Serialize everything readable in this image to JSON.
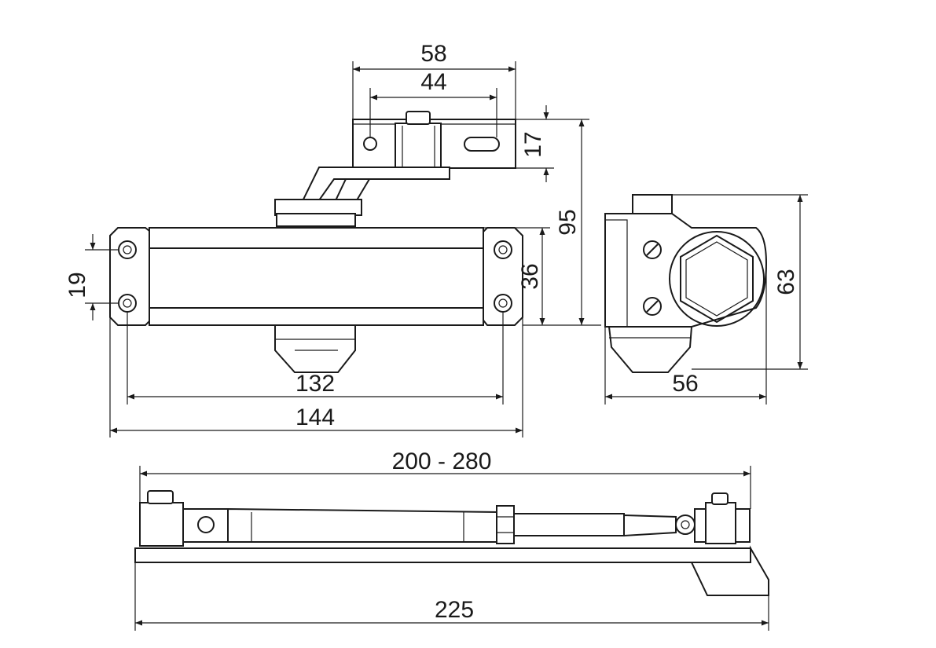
{
  "dimensions": {
    "top_bracket_outer": "58",
    "top_bracket_holes": "44",
    "bracket_height": "17",
    "total_height": "95",
    "hole_spacing": "19",
    "body_height": "36",
    "hole_centers": "132",
    "body_length": "144",
    "side_height": "63",
    "side_width": "56",
    "arm_range": "200 - 280",
    "arm_length": "225"
  }
}
